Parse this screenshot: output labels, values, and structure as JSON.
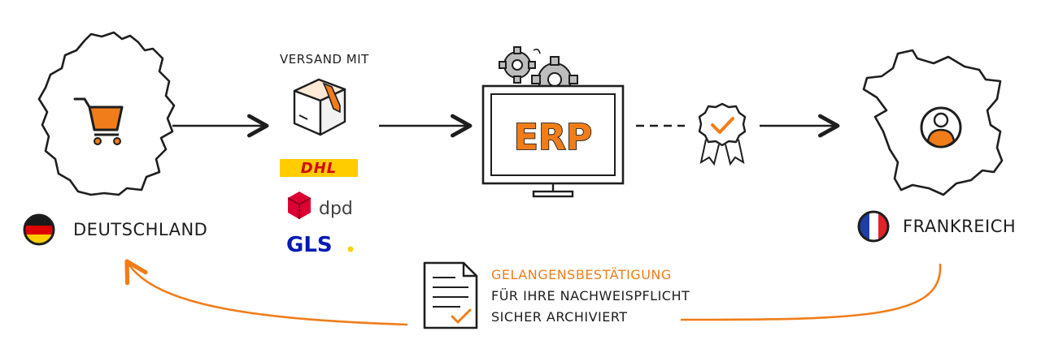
{
  "colors": {
    "accent": "#f07d1a",
    "ink": "#1e1e1e",
    "dhl_yellow": "#ffcc00",
    "dhl_red": "#d40511",
    "dpd_red": "#dc0032",
    "gls_blue": "#061ab1",
    "gls_yellow": "#ffd100"
  },
  "origin": {
    "label": "DEUTSCHLAND",
    "icon": "shopping-cart-icon",
    "flag": "germany-flag-icon"
  },
  "shipping": {
    "label": "VERSAND MIT",
    "icon": "parcel-box-icon",
    "carriers": [
      {
        "name": "DHL"
      },
      {
        "name": "dpd"
      },
      {
        "name": "GLS"
      }
    ]
  },
  "erp": {
    "label": "ERP",
    "icon": "monitor-gears-icon"
  },
  "certificate": {
    "icon": "certificate-badge-icon"
  },
  "destination": {
    "label": "FRANKREICH",
    "icon": "user-location-icon",
    "flag": "france-flag-icon"
  },
  "confirmation": {
    "title": "GELANGENSBESTÄTIGUNG",
    "line1": "FÜR IHRE NACHWEISPFLICHT",
    "line2": "SICHER ARCHIVIERT",
    "icon": "signed-document-icon"
  }
}
